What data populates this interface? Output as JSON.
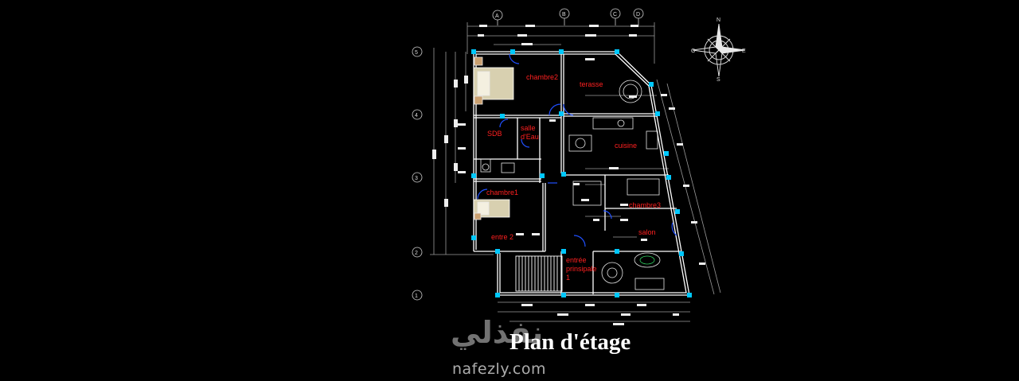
{
  "drawing": {
    "title": "Plan d'étage",
    "background": "#000000",
    "wall_color": "#ffffff",
    "door_color": "#2050ff",
    "column_color": "#00c8ff",
    "label_color": "#ff2020",
    "rooms": {
      "chambre2": "chambre2",
      "terrasse": "terasse",
      "sdb": "SDB",
      "salle_eau": "salle\nd'Eau",
      "cuisine": "cuisine",
      "chambre1": "chambre1",
      "chambre3": "chambre3",
      "entre2": "entre 2",
      "salon": "salon",
      "entree_principale": "entrée\nprinsipale\n1"
    },
    "axes": {
      "top": [
        "A",
        "B",
        "C",
        "D"
      ],
      "left": [
        "5",
        "4",
        "3",
        "2",
        "1"
      ]
    },
    "compass": {
      "n": "N",
      "s": "S",
      "e": "E",
      "o": "O"
    }
  },
  "watermark": {
    "logo_text": "نفذلي",
    "url": "nafezly.com"
  }
}
